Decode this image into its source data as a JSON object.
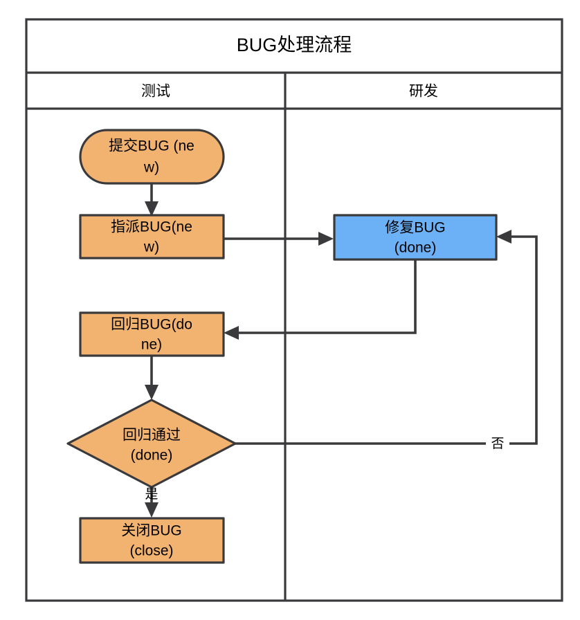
{
  "diagram": {
    "title": "BUG处理流程",
    "colors": {
      "stroke": "#3a3a3c",
      "orange_fill": "#f2b270",
      "blue_fill": "#6cb0f5",
      "background": "#ffffff",
      "text": "#000000"
    },
    "lanes": [
      {
        "id": "lane-test",
        "label": "测试"
      },
      {
        "id": "lane-dev",
        "label": "研发"
      }
    ],
    "nodes": [
      {
        "id": "submit-bug",
        "shape": "rounded-rectangle",
        "lane": "lane-test",
        "fill": "#f2b270",
        "lines": [
          "提交BUG (ne",
          "w)"
        ]
      },
      {
        "id": "assign-bug",
        "shape": "rectangle",
        "lane": "lane-test",
        "fill": "#f2b270",
        "lines": [
          "指派BUG(ne",
          "w)"
        ]
      },
      {
        "id": "fix-bug",
        "shape": "rectangle",
        "lane": "lane-dev",
        "fill": "#6cb0f5",
        "lines": [
          "修复BUG",
          "(done)"
        ]
      },
      {
        "id": "regress-bug",
        "shape": "rectangle",
        "lane": "lane-test",
        "fill": "#f2b270",
        "lines": [
          "回归BUG(do",
          "ne)"
        ]
      },
      {
        "id": "regress-pass",
        "shape": "diamond",
        "lane": "lane-test",
        "fill": "#f2b270",
        "lines": [
          "回归通过",
          "(done)"
        ]
      },
      {
        "id": "close-bug",
        "shape": "rectangle",
        "lane": "lane-test",
        "fill": "#f2b270",
        "lines": [
          "关闭BUG",
          "(close)"
        ]
      }
    ],
    "edges": [
      {
        "id": "edge-submit-assign",
        "from": "submit-bug",
        "to": "assign-bug",
        "label": ""
      },
      {
        "id": "edge-assign-fix",
        "from": "assign-bug",
        "to": "fix-bug",
        "label": ""
      },
      {
        "id": "edge-fix-regress",
        "from": "fix-bug",
        "to": "regress-bug",
        "label": ""
      },
      {
        "id": "edge-regress-check",
        "from": "regress-bug",
        "to": "regress-pass",
        "label": ""
      },
      {
        "id": "edge-pass-close",
        "from": "regress-pass",
        "to": "close-bug",
        "label": "是"
      },
      {
        "id": "edge-fail-refix",
        "from": "regress-pass",
        "to": "fix-bug",
        "label": "否"
      }
    ]
  }
}
